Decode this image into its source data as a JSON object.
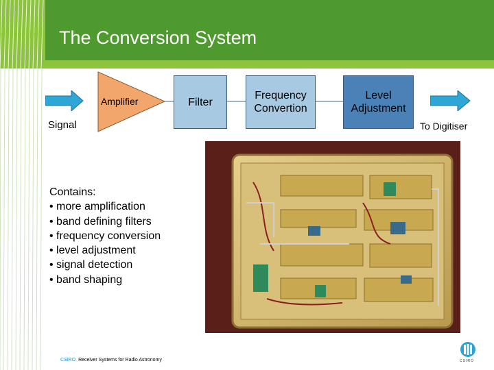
{
  "title": "The Conversion System",
  "diagram": {
    "amplifier_label": "Amplifier",
    "signal_label": "Signal",
    "filter_label": "Filter",
    "frequency_label": "Frequency Convertion",
    "level_label": "Level Adjustment",
    "output_label": "To Digitiser"
  },
  "contains": {
    "heading": "Contains:",
    "items": [
      "• more amplification",
      "• band defining filters",
      "• frequency conversion",
      "• level adjustment",
      "• signal detection",
      "• band shaping"
    ]
  },
  "footer": {
    "org": "CSIRO.",
    "text": "Receiver Systems for Radio Astronomy"
  },
  "logo_text": "CSIRO",
  "colors": {
    "header_light": "#8cc43c",
    "header_dark": "#4f9a2e",
    "arrow": "#2ea7d6",
    "amplifier": "#f2a66b",
    "block_light": "#a7c9e2",
    "block_dark": "#4a82b8"
  }
}
